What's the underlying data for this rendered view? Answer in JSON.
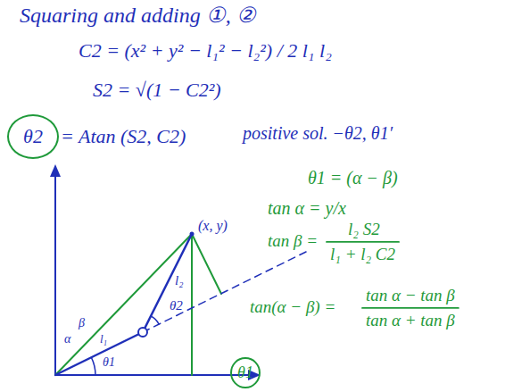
{
  "diagram": {
    "nodes": [
      {
        "text": [
          "θ2"
        ]
      },
      {
        "text": [
          "θ1"
        ]
      }
    ],
    "labels": [
      "Squaring and adding ①, ②",
      "C2 = (x² + y² − l₁² − l₂²) / 2 l₁ l₂",
      "S2 = √(1 − C2²)",
      "= Atan (S2, C2)",
      "positive sol. −θ2, θ1′",
      "θ1 = (α − β)",
      "tan α = y/x",
      "tan β =",
      "l₂ S2",
      "l₁ + l₂ C2",
      "(x, y)",
      "l₂",
      "θ2",
      "α",
      "β",
      "l₁",
      "θ1",
      "tan(α − β) =",
      "tan α − tan β",
      "tan α + tan β"
    ]
  }
}
